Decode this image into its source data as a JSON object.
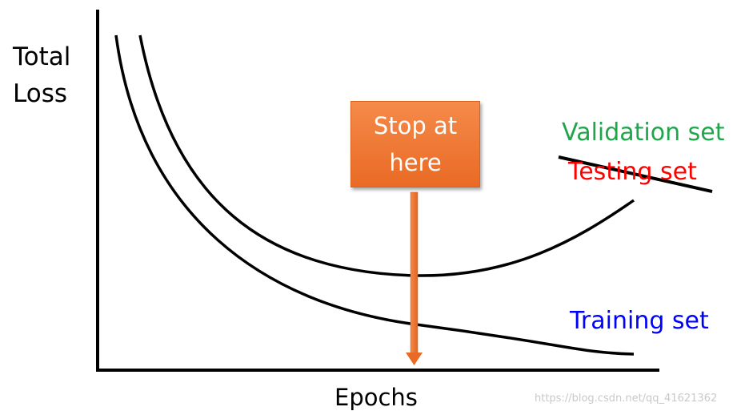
{
  "axes": {
    "y_label": "Total\nLoss",
    "x_label": "Epochs"
  },
  "callout": {
    "text": "Stop at\nhere",
    "color": "#ee7330"
  },
  "legend": {
    "validation": {
      "text": "Validation set",
      "color": "#1fa64a"
    },
    "testing": {
      "text": "Testing set",
      "color": "#ff0000"
    },
    "training": {
      "text": "Training set",
      "color": "#0000ff"
    }
  },
  "watermark": "https://blog.csdn.net/qq_41621362"
}
